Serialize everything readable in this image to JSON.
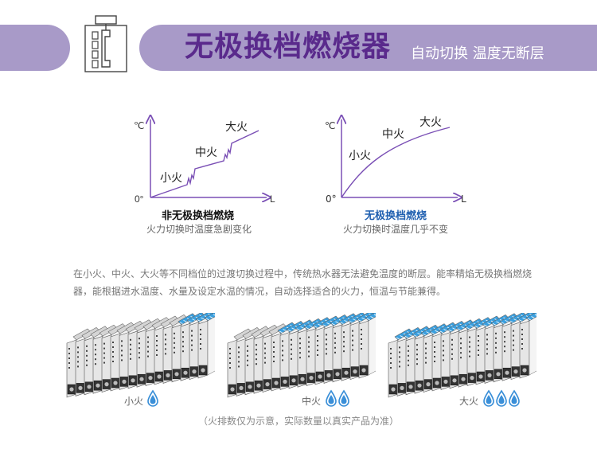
{
  "header": {
    "title": "无极换档燃烧器",
    "subtitle": "自动切换 温度无断层"
  },
  "charts": [
    {
      "y_symbol": "℃",
      "origin": "0°",
      "x_symbol": "L",
      "labels": [
        "小火",
        "中火",
        "大火"
      ],
      "title": "非无极换档燃烧",
      "caption": "火力切换时温度急剧变化",
      "title_color": "#111111"
    },
    {
      "y_symbol": "℃",
      "origin": "0°",
      "x_symbol": "L",
      "labels": [
        "小火",
        "中火",
        "大火"
      ],
      "title": "无极换档燃烧",
      "caption": "火力切换时温度几乎不变",
      "title_color": "#1f5fb0"
    }
  ],
  "description": "在小火、中火、大火等不同档位的过渡切换过程中，传统热水器无法避免温度的断层。能率精焰无极换档燃烧器，能根据进水温度、水量及设定水温的情况，自动选择适合的火力，恒温与节能兼得。",
  "burners": [
    {
      "label": "小火",
      "drops": 1,
      "active_units": 4
    },
    {
      "label": "中火",
      "drops": 2,
      "active_units": 11
    },
    {
      "label": "大火",
      "drops": 3,
      "active_units": 16
    }
  ],
  "note": "（火排数仅为示意，实际数量以真实产品为准）",
  "colors": {
    "band": "#a89ac8",
    "title": "#5a2a8c",
    "axis": "#7a4fb5",
    "flame": "#3aa0e0",
    "drop": "#3a8fd8"
  }
}
